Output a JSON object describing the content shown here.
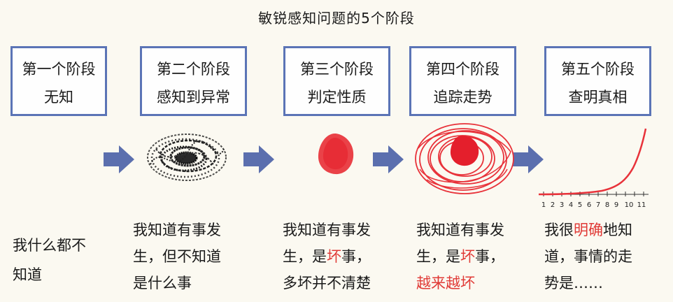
{
  "title": "敏锐感知问题的5个阶段",
  "stages": [
    {
      "name": "第一个阶段",
      "label": "无知",
      "desc": [
        [
          {
            "t": "我什么都不"
          }
        ],
        [
          {
            "t": "知道"
          }
        ]
      ]
    },
    {
      "name": "第二个阶段",
      "label": "感知到异常",
      "desc": [
        [
          {
            "t": "我知道有事发"
          }
        ],
        [
          {
            "t": "生，但不知道"
          }
        ],
        [
          {
            "t": "是什么事"
          }
        ]
      ]
    },
    {
      "name": "第三个阶段",
      "label": "判定性质",
      "desc": [
        [
          {
            "t": "我知道有事发"
          }
        ],
        [
          {
            "t": "生，是"
          },
          {
            "t": "坏",
            "hl": true
          },
          {
            "t": "事，"
          }
        ],
        [
          {
            "t": "多坏并不清楚"
          }
        ]
      ]
    },
    {
      "name": "第四个阶段",
      "label": "追踪走势",
      "desc": [
        [
          {
            "t": "我知道有事发"
          }
        ],
        [
          {
            "t": "生，是"
          },
          {
            "t": "坏",
            "hl": true
          },
          {
            "t": "事，"
          }
        ],
        [
          {
            "t": "越来越坏",
            "hl": true
          }
        ]
      ]
    },
    {
      "name": "第五个阶段",
      "label": "查明真相",
      "desc": [
        [
          {
            "t": "我很"
          },
          {
            "t": "明确",
            "hl": true
          },
          {
            "t": "地知"
          }
        ],
        [
          {
            "t": "道，事情的走"
          }
        ],
        [
          {
            "t": "势是……"
          }
        ]
      ]
    }
  ],
  "trend_axis_ticks": [
    "1",
    "2",
    "3",
    "4",
    "5",
    "6",
    "7",
    "8",
    "9",
    "10",
    "11"
  ],
  "colors": {
    "box_border": "#5b74b6",
    "arrow": "#5b6fae",
    "highlight": "#e03a36",
    "scribble_dark": "#222222",
    "scribble_red": "#e8323a"
  }
}
